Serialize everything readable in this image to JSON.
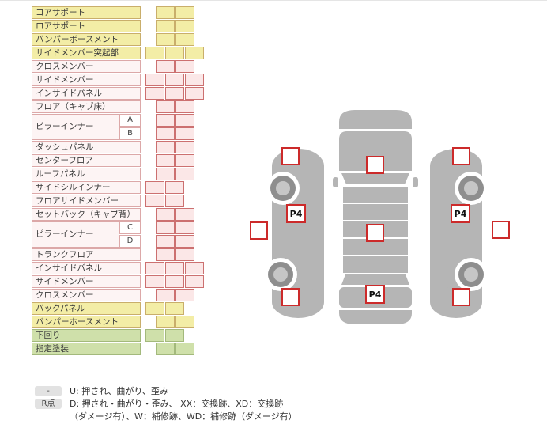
{
  "table": {
    "rows": [
      {
        "label": "コアサポート",
        "color": "yellow",
        "cells": 2,
        "offset": 1
      },
      {
        "label": "ロアサポート",
        "color": "yellow",
        "cells": 2,
        "offset": 1
      },
      {
        "label": "バンパーボースメント",
        "color": "yellow",
        "cells": 2,
        "offset": 1
      },
      {
        "label": "サイドメンバー突起部",
        "color": "yellow",
        "cells": 3,
        "offset": 0
      },
      {
        "label": "クロスメンバー",
        "color": "pink",
        "cells": 2,
        "offset": 1
      },
      {
        "label": "サイドメンバー",
        "color": "pink",
        "cells": 3,
        "offset": 0
      },
      {
        "label": "インサイドパネル",
        "color": "pink",
        "cells": 3,
        "offset": 0
      },
      {
        "label": "フロア（キャブ床）",
        "color": "pink",
        "cells": 2,
        "offset": 1
      },
      {
        "label": "ピラーインナー",
        "color": "pink",
        "sub": [
          "A",
          "B"
        ],
        "cells": 2,
        "offset": 1
      },
      {
        "label": "ダッシュパネル",
        "color": "pink",
        "cells": 2,
        "offset": 1
      },
      {
        "label": "センターフロア",
        "color": "pink",
        "cells": 2,
        "offset": 1
      },
      {
        "label": "ルーフパネル",
        "color": "pink",
        "cells": 2,
        "offset": 1
      },
      {
        "label": "サイドシルインナー",
        "color": "pink",
        "cells": 2,
        "offset": 0
      },
      {
        "label": "フロアサイドメンバー",
        "color": "pink",
        "cells": 2,
        "offset": 0
      },
      {
        "label": "セットバック（キャブ背）",
        "color": "pink",
        "cells": 2,
        "offset": 1
      },
      {
        "label": "ピラーインナー",
        "color": "pink",
        "sub": [
          "C",
          "D"
        ],
        "cells": 2,
        "offset": 1
      },
      {
        "label": "トランクフロア",
        "color": "pink",
        "cells": 2,
        "offset": 1
      },
      {
        "label": "インサイドバネル",
        "color": "pink",
        "cells": 3,
        "offset": 0
      },
      {
        "label": "サイドメンバー",
        "color": "pink",
        "cells": 3,
        "offset": 0
      },
      {
        "label": "クロスメンバー",
        "color": "pink",
        "cells": 2,
        "offset": 1
      },
      {
        "label": "バックパネル",
        "color": "yellow",
        "cells": 2,
        "offset": 0
      },
      {
        "label": "バンパーホースメント",
        "color": "yellow",
        "cells": 2,
        "offset": 1
      },
      {
        "label": "下回り",
        "color": "green",
        "cells": 2,
        "offset": 0
      },
      {
        "label": "指定塗装",
        "color": "green",
        "cells": 2,
        "offset": 1
      }
    ]
  },
  "diagram": {
    "p4_left": "P4",
    "p4_center": "P4",
    "p4_right": "P4",
    "body_color": "#b5b5b5",
    "marker_border": "#cc2a2a"
  },
  "legend": {
    "key1": "-",
    "text1": "U: 押され、曲がり、歪み",
    "key2": "R点",
    "text2": "D: 押され・曲がり・歪み、 XX：交換跡、XD：交換跡",
    "text3": "（ダメージ有）、W：補修跡、WD：補修跡（ダメージ有）"
  }
}
